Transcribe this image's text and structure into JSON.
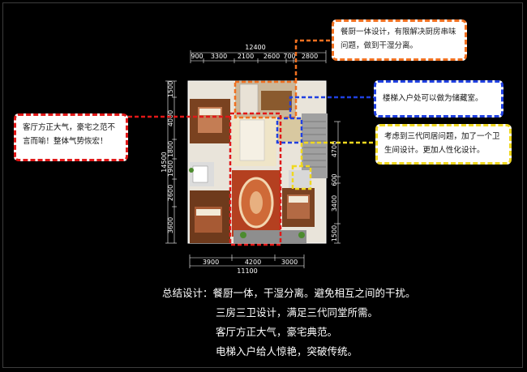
{
  "callouts": {
    "kitchen": "餐厨一体设计，有限解决厨房串味问题，做到干湿分离。",
    "stair": "楼梯入户处可以做为储藏室。",
    "bath": "考虑到三代同居问题，加了一个卫生间设计。更加人性化设计。",
    "living": "客厅方正大气，豪宅之范不言而喻！整体气势恢宏！"
  },
  "dimensions": {
    "top_total": "12400",
    "top_segments": [
      "900",
      "3300",
      "2100",
      "2600",
      "700",
      "2800"
    ],
    "left_total": "14500",
    "left_segments": [
      "1500",
      "4000",
      "1800",
      "1900",
      "2600",
      "3600"
    ],
    "right_segments": [
      "4700",
      "600",
      "3400",
      "1500"
    ],
    "bottom_segments": [
      "3900",
      "4200",
      "3000"
    ],
    "bottom_total": "11100"
  },
  "summary": {
    "line1": "总结设计：餐厨一体，干湿分离。避免相互之间的干扰。",
    "line2": "三房三卫设计，满足三代同堂所需。",
    "line3": "客厅方正大气，豪宅典范。",
    "line4": "电梯入户给人惊艳，突破传统。"
  },
  "colors": {
    "kitchen": "#f07020",
    "stair": "#2040e0",
    "bath": "#f0d820",
    "living": "#e01818"
  }
}
